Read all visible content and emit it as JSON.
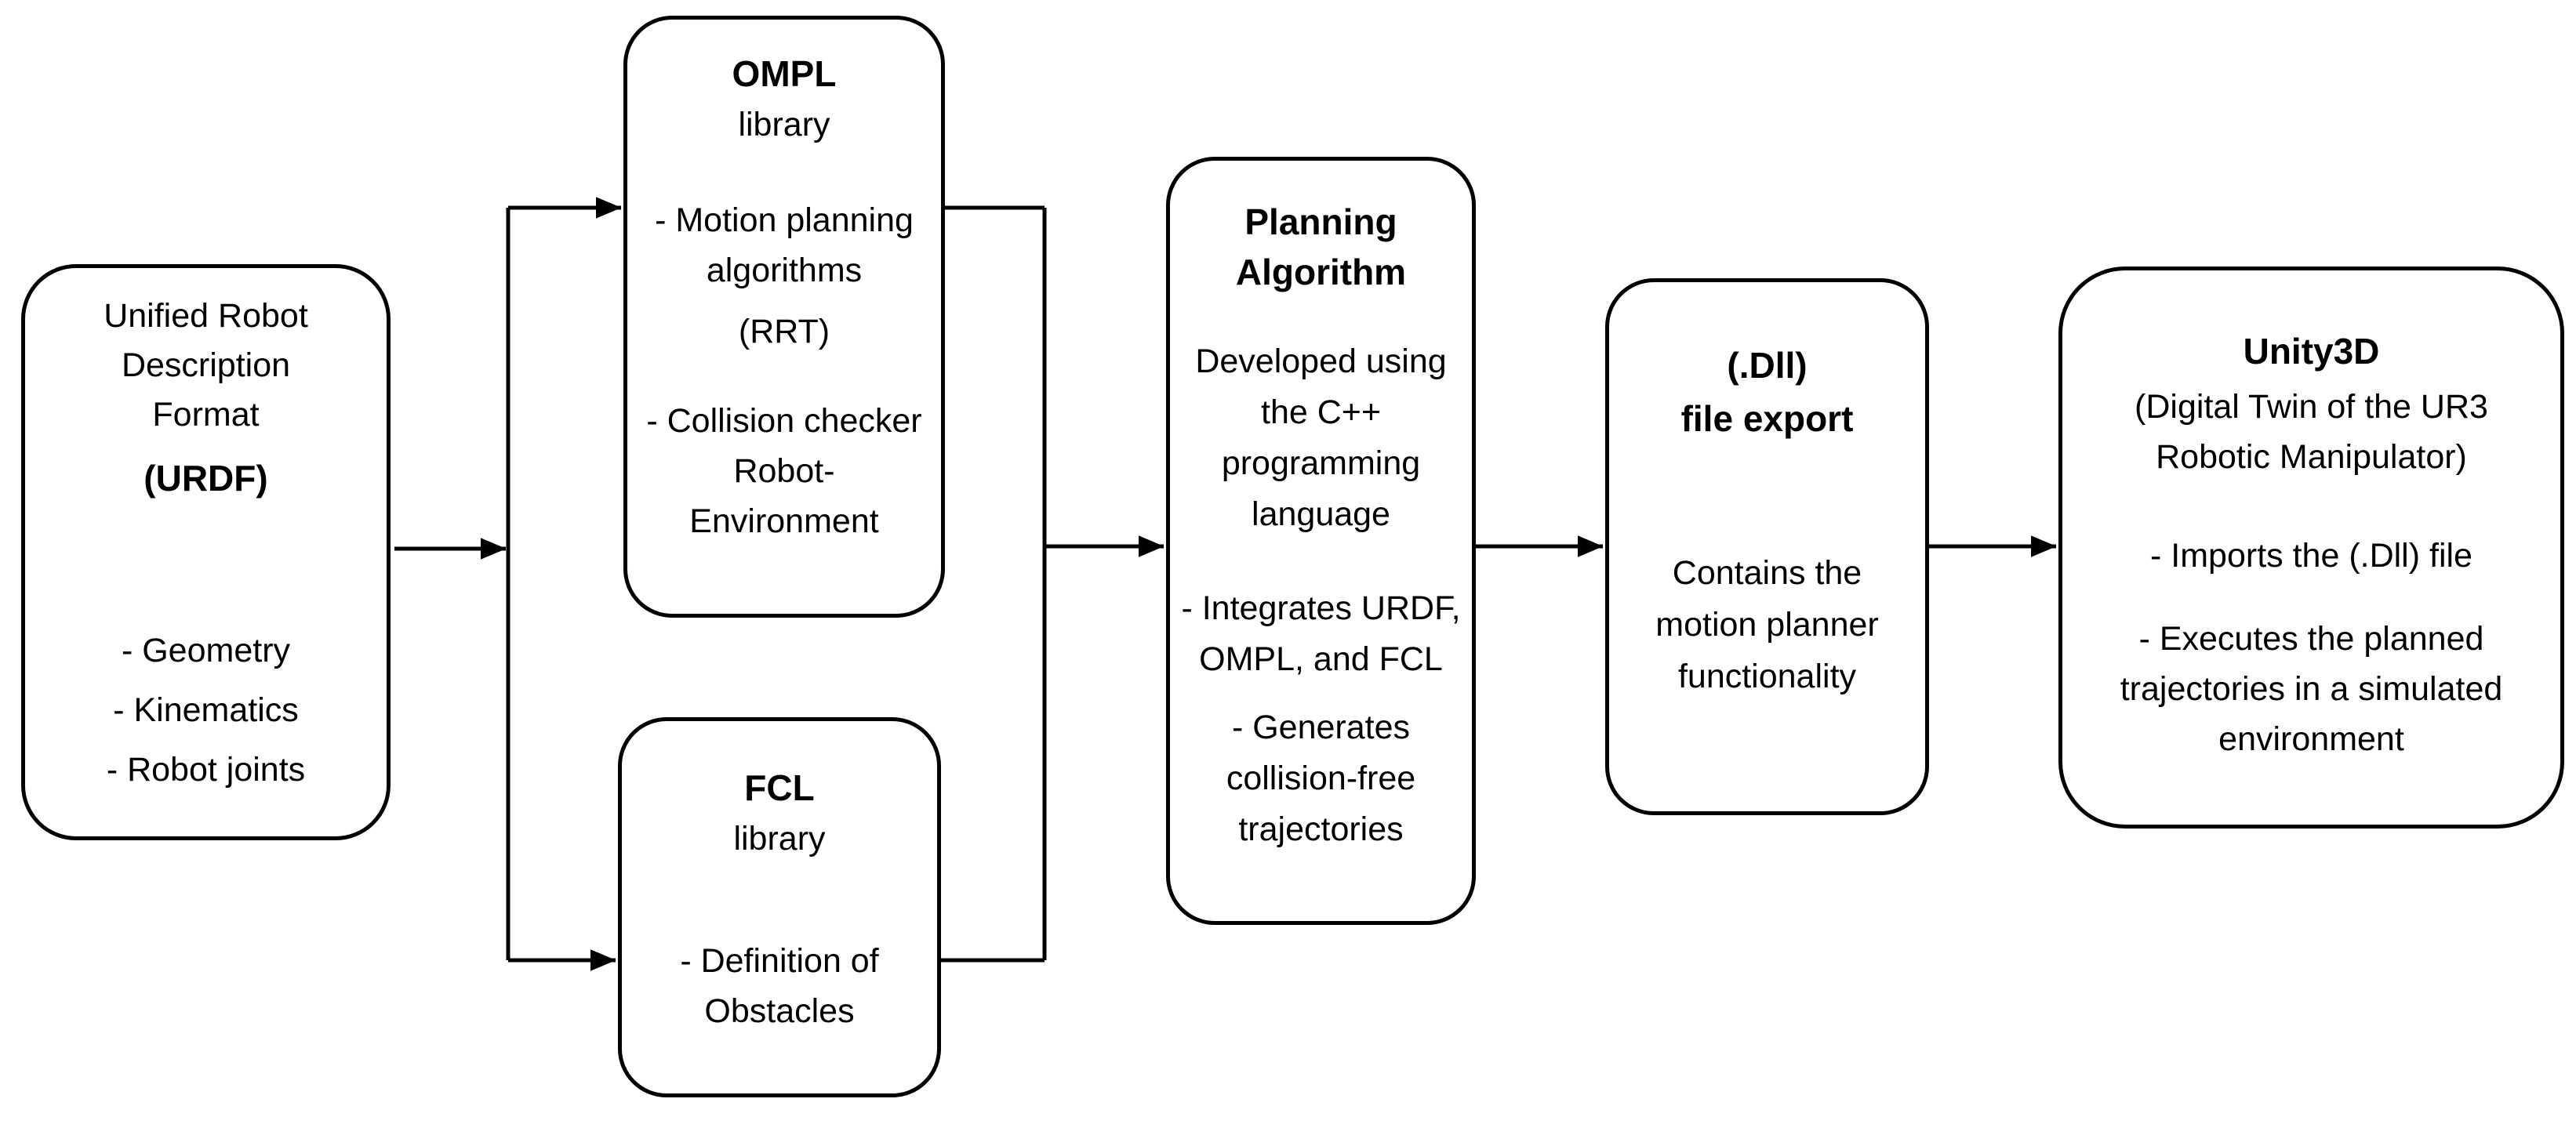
{
  "figure": {
    "type": "flowchart",
    "background_color": "#ffffff",
    "stroke_color": "#000000",
    "text_color": "#000000"
  },
  "boxes": {
    "urdf": {
      "title_lines": [
        "Unified Robot",
        "Description",
        "Format"
      ],
      "acronym": "(URDF)",
      "bullets": [
        "- Geometry",
        "- Kinematics",
        "- Robot joints"
      ]
    },
    "ompl": {
      "title": "OMPL",
      "subtitle": "library",
      "bullet1_lines": [
        "- Motion planning",
        "algorithms"
      ],
      "note1": "(RRT)",
      "bullet2": "- Collision checker",
      "bullet2_sub_lines": [
        "Robot-",
        "Environment"
      ]
    },
    "fcl": {
      "title": "FCL",
      "subtitle": "library",
      "bullet_lines": [
        "- Definition of",
        "Obstacles"
      ]
    },
    "planning": {
      "title_lines": [
        "Planning",
        "Algorithm"
      ],
      "para_lines": [
        "Developed using",
        "the C++",
        "programming",
        "language"
      ],
      "bullet1_lines": [
        "- Integrates URDF,",
        "OMPL, and FCL"
      ],
      "bullet2_lines": [
        "- Generates",
        "collision-free",
        "trajectories"
      ]
    },
    "dll": {
      "title1": "(.Dll)",
      "title2": "file export",
      "para_lines": [
        "Contains the",
        "motion planner",
        "functionality"
      ]
    },
    "unity3d": {
      "title": "Unity3D",
      "subtitle_lines": [
        "(Digital Twin of the UR3",
        "Robotic Manipulator)"
      ],
      "bullet1": "- Imports the (.Dll) file",
      "bullet2_lines": [
        "- Executes the planned",
        "trajectories in a simulated",
        "environment"
      ]
    }
  },
  "edges": [
    {
      "from": "urdf",
      "to": "ompl",
      "arrow": true
    },
    {
      "from": "urdf",
      "to": "fcl",
      "arrow": true
    },
    {
      "from": "ompl",
      "to": "planning",
      "arrow": true
    },
    {
      "from": "fcl",
      "to": "planning",
      "arrow": true
    },
    {
      "from": "planning",
      "to": "dll",
      "arrow": true
    },
    {
      "from": "dll",
      "to": "unity3d",
      "arrow": true
    }
  ]
}
